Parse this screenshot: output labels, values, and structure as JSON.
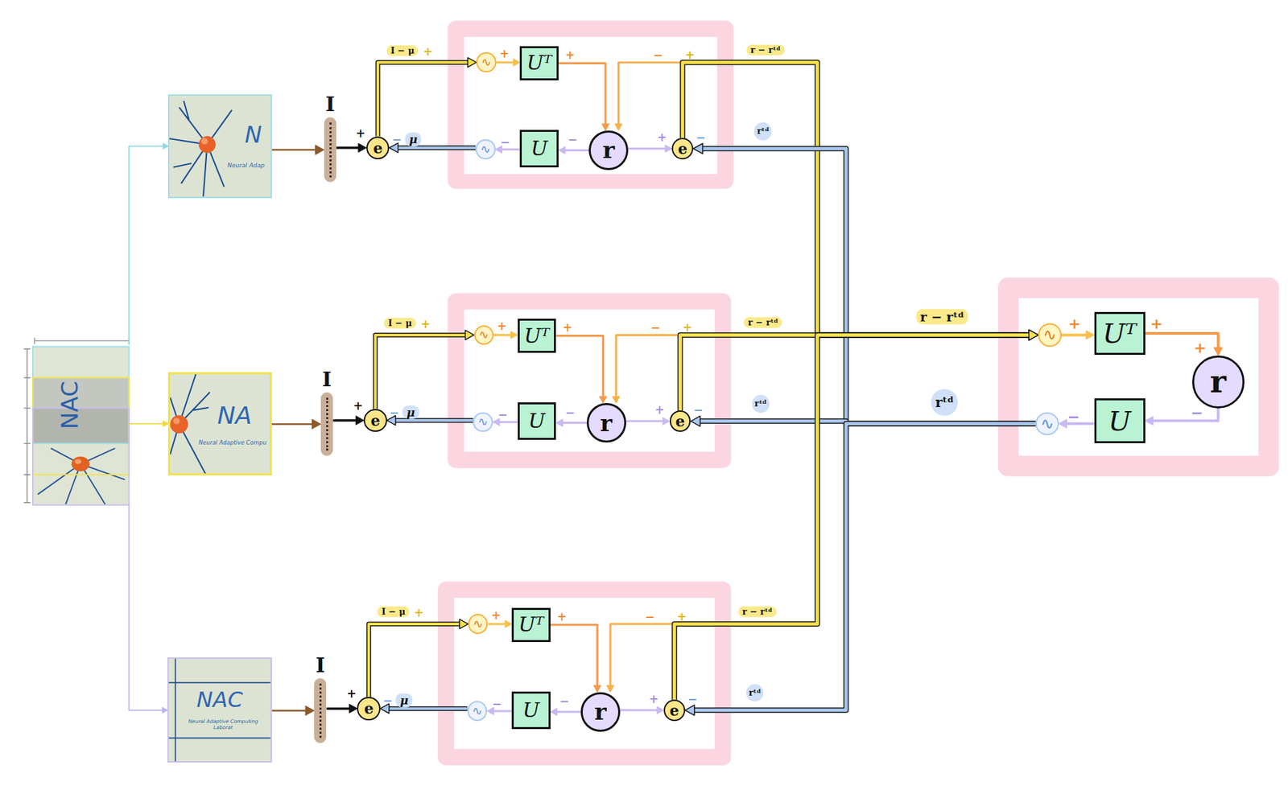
{
  "diagram": {
    "nodes": [
      {
        "text": [
          "NAC"
        ]
      },
      {
        "text": [
          "N",
          "Neural Adap"
        ]
      },
      {
        "text": [
          "I"
        ]
      },
      {
        "text": [
          "e"
        ]
      },
      {
        "text": [
          "∿"
        ]
      },
      {
        "text": [
          "Uᵀ"
        ]
      },
      {
        "text": [
          "r"
        ]
      },
      {
        "text": [
          "e"
        ]
      },
      {
        "text": [
          "U"
        ]
      },
      {
        "text": [
          "∿"
        ]
      },
      {
        "text": [
          "NA",
          "Neural Adaptive Compu"
        ]
      },
      {
        "text": [
          "I"
        ]
      },
      {
        "text": [
          "e"
        ]
      },
      {
        "text": [
          "∿"
        ]
      },
      {
        "text": [
          "Uᵀ"
        ]
      },
      {
        "text": [
          "r"
        ]
      },
      {
        "text": [
          "e"
        ]
      },
      {
        "text": [
          "U"
        ]
      },
      {
        "text": [
          "∿"
        ]
      },
      {
        "text": [
          "NAC",
          "Neural Adaptive Computing Laborat"
        ]
      },
      {
        "text": [
          "I"
        ]
      },
      {
        "text": [
          "e"
        ]
      },
      {
        "text": [
          "∿"
        ]
      },
      {
        "text": [
          "Uᵀ"
        ]
      },
      {
        "text": [
          "r"
        ]
      },
      {
        "text": [
          "e"
        ]
      },
      {
        "text": [
          "U"
        ]
      },
      {
        "text": [
          "∿"
        ]
      },
      {
        "text": [
          "∿"
        ]
      },
      {
        "text": [
          "Uᵀ"
        ]
      },
      {
        "text": [
          "r"
        ]
      },
      {
        "text": [
          "U"
        ]
      },
      {
        "text": [
          "∿"
        ]
      }
    ],
    "edges": [
      {
        "from": 0,
        "to": 1,
        "arrow": "to"
      },
      {
        "from": 0,
        "to": 10,
        "arrow": "to"
      },
      {
        "from": 0,
        "to": 19,
        "arrow": "to"
      },
      {
        "from": 1,
        "to": 2,
        "arrow": "to"
      },
      {
        "from": 2,
        "to": 3,
        "arrow": "to"
      },
      {
        "from": 3,
        "to": 4,
        "label": "I − μ",
        "arrow": "to"
      },
      {
        "from": 4,
        "to": 5,
        "arrow": "to"
      },
      {
        "from": 5,
        "to": 6,
        "arrow": "to"
      },
      {
        "from": 6,
        "to": 7,
        "arrow": "to"
      },
      {
        "from": 7,
        "to": 6,
        "arrow": "to"
      },
      {
        "from": 6,
        "to": 8,
        "arrow": "to"
      },
      {
        "from": 8,
        "to": 9,
        "arrow": "to"
      },
      {
        "from": 9,
        "to": 3,
        "label": "μ",
        "arrow": "to"
      },
      {
        "from": 7,
        "to": 28,
        "label": "r − rᵗᵈ",
        "arrow": "to"
      },
      {
        "from": 32,
        "to": 7,
        "label": "rᵗᵈ",
        "arrow": "to"
      },
      {
        "from": 10,
        "to": 11,
        "arrow": "to"
      },
      {
        "from": 11,
        "to": 12,
        "arrow": "to"
      },
      {
        "from": 12,
        "to": 13,
        "label": "I − μ",
        "arrow": "to"
      },
      {
        "from": 13,
        "to": 14,
        "arrow": "to"
      },
      {
        "from": 14,
        "to": 15,
        "arrow": "to"
      },
      {
        "from": 15,
        "to": 16,
        "arrow": "to"
      },
      {
        "from": 16,
        "to": 15,
        "arrow": "to"
      },
      {
        "from": 15,
        "to": 17,
        "arrow": "to"
      },
      {
        "from": 17,
        "to": 18,
        "arrow": "to"
      },
      {
        "from": 18,
        "to": 12,
        "label": "μ",
        "arrow": "to"
      },
      {
        "from": 16,
        "to": 28,
        "label": "r − rᵗᵈ",
        "arrow": "to"
      },
      {
        "from": 32,
        "to": 16,
        "label": "rᵗᵈ",
        "arrow": "to"
      },
      {
        "from": 19,
        "to": 20,
        "arrow": "to"
      },
      {
        "from": 20,
        "to": 21,
        "arrow": "to"
      },
      {
        "from": 21,
        "to": 22,
        "label": "I − μ",
        "arrow": "to"
      },
      {
        "from": 22,
        "to": 23,
        "arrow": "to"
      },
      {
        "from": 23,
        "to": 24,
        "arrow": "to"
      },
      {
        "from": 24,
        "to": 25,
        "arrow": "to"
      },
      {
        "from": 25,
        "to": 24,
        "arrow": "to"
      },
      {
        "from": 24,
        "to": 26,
        "arrow": "to"
      },
      {
        "from": 26,
        "to": 27,
        "arrow": "to"
      },
      {
        "from": 27,
        "to": 21,
        "label": "μ",
        "arrow": "to"
      },
      {
        "from": 25,
        "to": 28,
        "label": "r − rᵗᵈ",
        "arrow": "to"
      },
      {
        "from": 32,
        "to": 25,
        "label": "rᵗᵈ",
        "arrow": "to"
      },
      {
        "from": 28,
        "to": 29,
        "arrow": "to"
      },
      {
        "from": 29,
        "to": 30,
        "arrow": "to"
      },
      {
        "from": 30,
        "to": 31,
        "arrow": "to"
      },
      {
        "from": 31,
        "to": 32,
        "arrow": "to"
      }
    ],
    "labels": [
      "+",
      "−",
      "+",
      "+",
      "+",
      "−",
      "+",
      "−",
      "−",
      "+",
      "−",
      "+",
      "−",
      "+",
      "+",
      "+",
      "−",
      "+",
      "−",
      "−",
      "+",
      "−",
      "+",
      "−",
      "+",
      "+",
      "+",
      "−",
      "+",
      "−",
      "−",
      "+",
      "−",
      "+",
      "+",
      "+",
      "−",
      "−",
      "r − rᵗᵈ",
      "rᵗᵈ"
    ]
  }
}
